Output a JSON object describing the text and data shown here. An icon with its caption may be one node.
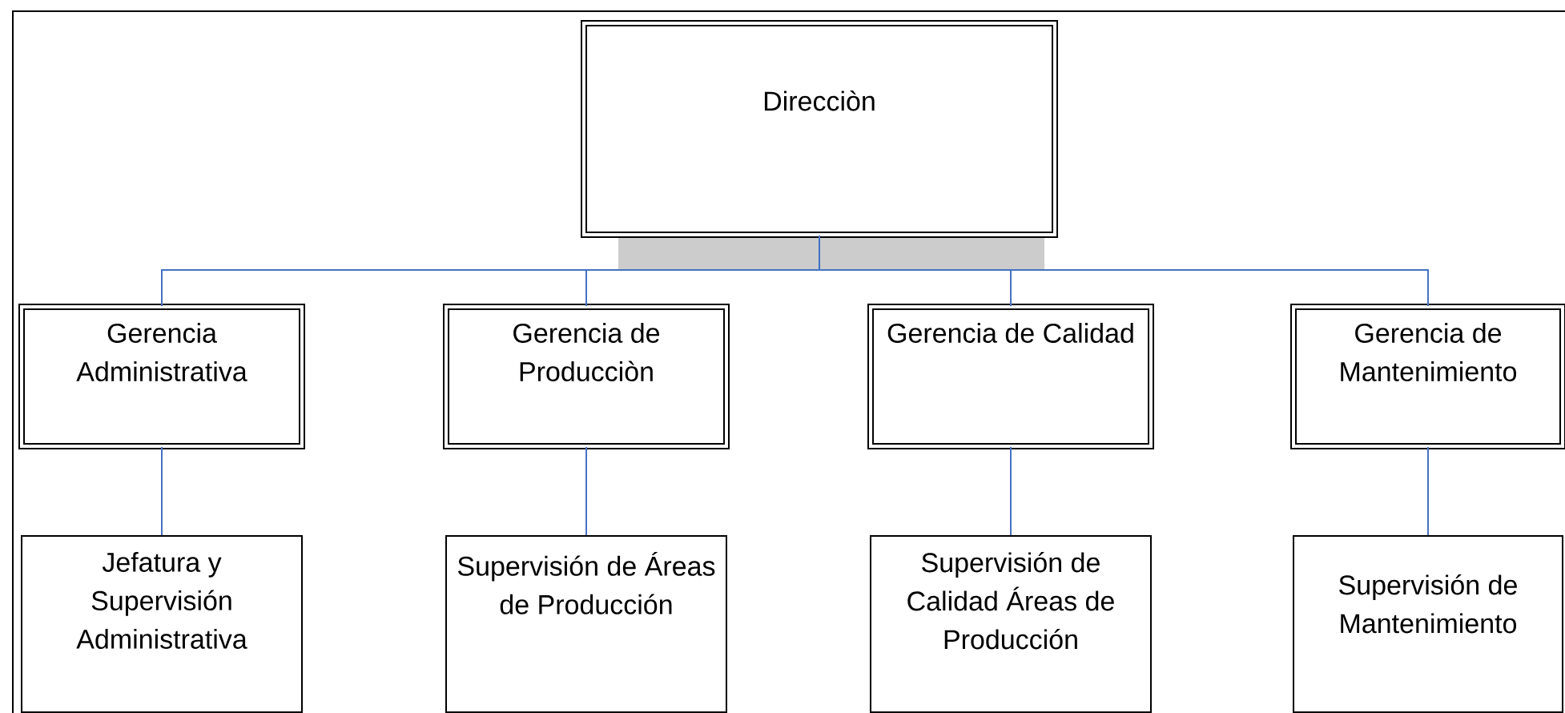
{
  "diagram": {
    "nodes": [
      {
        "text": [
          "Direcciòn"
        ]
      },
      {
        "text": [
          "Gerencia Administrativa"
        ]
      },
      {
        "text": [
          "Gerencia de Producciòn"
        ]
      },
      {
        "text": [
          "Gerencia de Calidad"
        ]
      },
      {
        "text": [
          "Gerencia de Mantenimiento"
        ]
      },
      {
        "text": [
          "Jefatura y Supervisión Administrativa"
        ]
      },
      {
        "text": [
          "Supervisión de Áreas de Producción"
        ]
      },
      {
        "text": [
          "Supervisión de Calidad Áreas de Producción"
        ]
      },
      {
        "text": [
          "Supervisión de Mantenimiento"
        ]
      }
    ],
    "edges": [
      {
        "from": 0,
        "to": 1,
        "arrow": "none"
      },
      {
        "from": 0,
        "to": 2,
        "arrow": "none"
      },
      {
        "from": 0,
        "to": 3,
        "arrow": "none"
      },
      {
        "from": 0,
        "to": 4,
        "arrow": "none"
      },
      {
        "from": 1,
        "to": 5,
        "arrow": "none"
      },
      {
        "from": 2,
        "to": 6,
        "arrow": "none"
      },
      {
        "from": 3,
        "to": 7,
        "arrow": "none"
      },
      {
        "from": 4,
        "to": 8,
        "arrow": "none"
      }
    ]
  }
}
